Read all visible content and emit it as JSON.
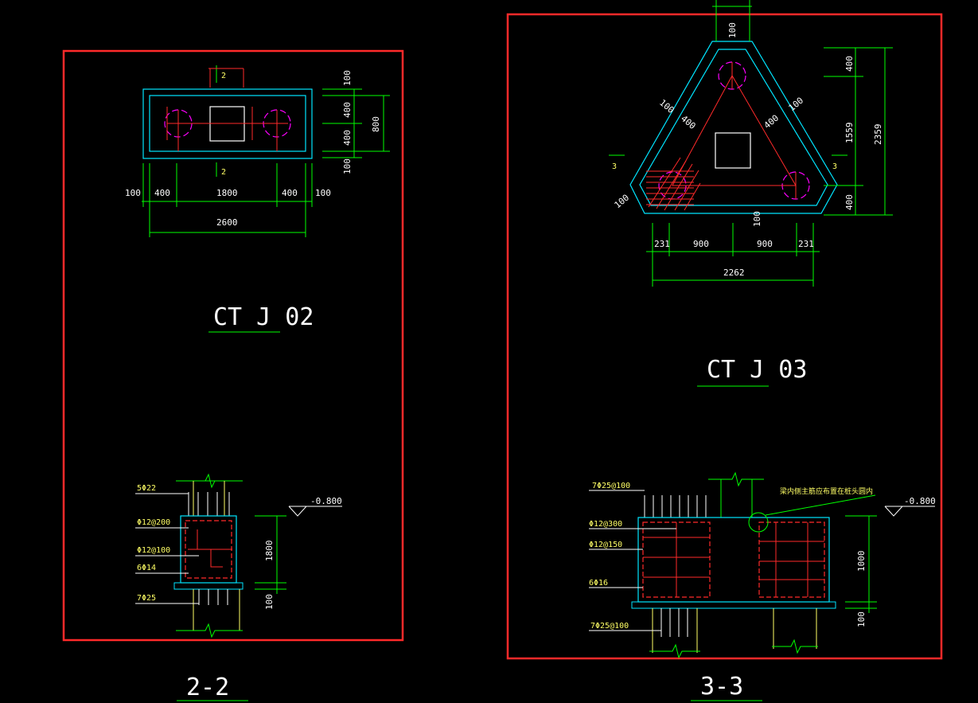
{
  "colors": {
    "background": "#000000",
    "frame": "#ff2a2a",
    "outline": "#00e5ff",
    "dimension": "#00ff00",
    "rebar": "#ff2a2a",
    "pile": "#ff00ff",
    "annotation": "#ffff66",
    "text": "#ffffff"
  },
  "ctj02": {
    "title": "CT J 02",
    "section_mark": "2",
    "dims_right": [
      "100",
      "400",
      "400",
      "100"
    ],
    "dim_total_right": "800",
    "dims_bottom": [
      "100",
      "400",
      "1800",
      "400",
      "100"
    ],
    "dim_total_bottom": "2600"
  },
  "ctj03": {
    "title": "CT J 03",
    "section_mark": "3",
    "dim_top": "100",
    "dims_right": [
      "400",
      "1559",
      "400"
    ],
    "dim_total_right": "2359",
    "edge_left": "100",
    "edge_right": "100",
    "edge_bottom_left": "100",
    "edge_bottom_center": "100",
    "inner_left": "400",
    "inner_right": "400",
    "dims_bottom": [
      "231",
      "900",
      "900",
      "231"
    ],
    "dim_total_bottom": "2262"
  },
  "section22": {
    "name": "2-2",
    "elevation": "-0.800",
    "height": "1800",
    "base": "100",
    "labels": [
      "5Φ22",
      "Φ12@200",
      "Φ12@100",
      "6Φ14",
      "7Φ25"
    ]
  },
  "section33": {
    "name": "3-3",
    "elevation": "-0.800",
    "height": "1000",
    "base": "100",
    "note": "梁内侧主筋应布置在桩头圆内",
    "labels": [
      "7Φ25@100",
      "Φ12@300",
      "Φ12@150",
      "6Φ16",
      "7Φ25@100"
    ]
  }
}
